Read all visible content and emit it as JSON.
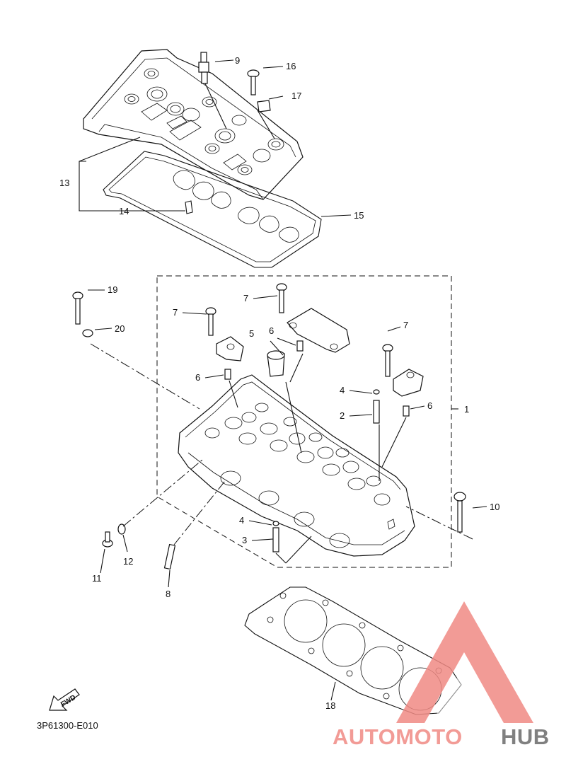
{
  "diagram_code": "3P61300-E010",
  "fwd_label": "FWD",
  "watermark": {
    "part1": "AUTOMOTO",
    "part2": "HUB",
    "color_primary": "#f08a84",
    "color_secondary": "#f5c56f",
    "color_dark": "#6b6b6b"
  },
  "callouts": [
    "1",
    "2",
    "3",
    "4",
    "4",
    "5",
    "6",
    "6",
    "6",
    "7",
    "7",
    "7",
    "8",
    "9",
    "10",
    "11",
    "12",
    "13",
    "14",
    "15",
    "16",
    "17",
    "18",
    "19",
    "20"
  ]
}
